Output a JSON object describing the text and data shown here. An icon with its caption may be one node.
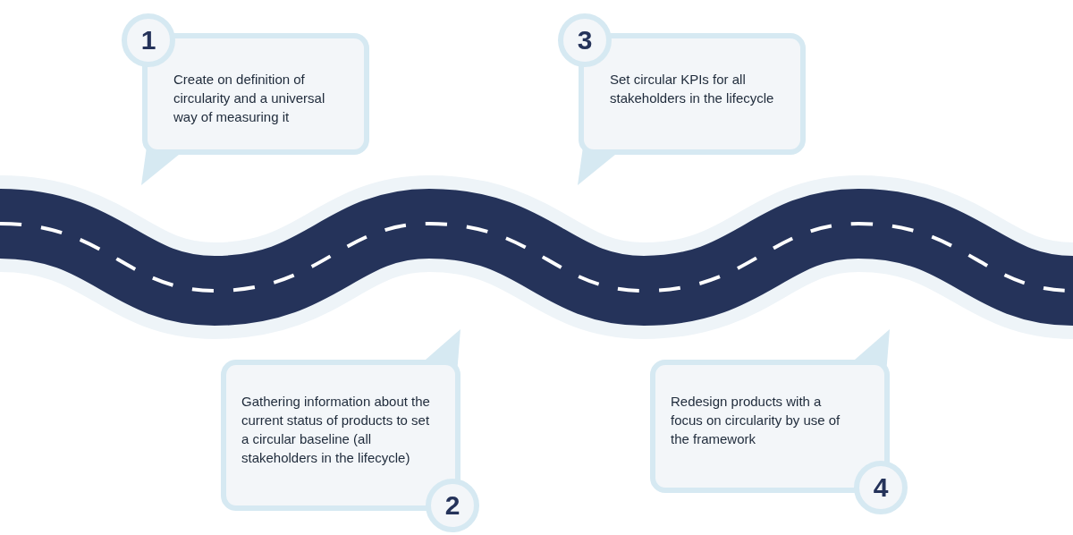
{
  "diagram": {
    "nodes": [
      {
        "text": [
          "1",
          "Create on definition of circularity and a universal way of measuring it"
        ]
      },
      {
        "text": [
          "2",
          "Gathering information about the current status of products to set a circular baseline (all stakeholders in the lifecycle)"
        ]
      },
      {
        "text": [
          "3",
          "Set circular KPIs for all stakeholders in the lifecycle"
        ]
      },
      {
        "text": [
          "4",
          "Redesign products with a focus on circularity by use of the framework"
        ]
      }
    ]
  }
}
